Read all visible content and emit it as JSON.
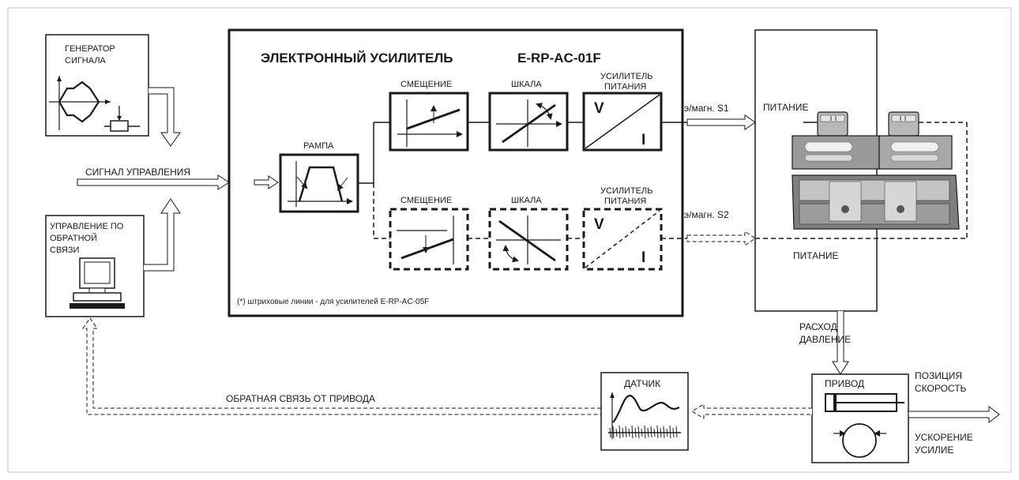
{
  "amplifier": {
    "title": "ЭЛЕКТРОННЫЙ УСИЛИТЕЛЬ",
    "model": "E-RP-AC-01F",
    "footnote": "(*) штриховые линии - для усилителей E-RP-AC-05F"
  },
  "ramp": {
    "label": "РАМПА"
  },
  "channel1": {
    "offset_label": "СМЕЩЕНИЕ",
    "scale_label": "ШКАЛА",
    "power_amp_label": [
      "УСИЛИТЕЛЬ",
      "ПИТАНИЯ"
    ],
    "v_label": "V",
    "i_label": "I",
    "output_label": "э/магн. S1"
  },
  "channel2": {
    "offset_label": "СМЕЩЕНИЕ",
    "scale_label": "ШКАЛА",
    "power_amp_label": [
      "УСИЛИТЕЛЬ",
      "ПИТАНИЯ"
    ],
    "v_label": "V",
    "i_label": "I",
    "output_label": "э/магн. S2"
  },
  "signal_generator": {
    "label": [
      "ГЕНЕРАТОР",
      "СИГНАЛА"
    ]
  },
  "control_signal": {
    "label": "СИГНАЛ  УПРАВЛЕНИЯ"
  },
  "feedback_control": {
    "label": [
      "УПРАВЛЕНИЕ ПО",
      "ОБРАТНОЙ",
      "СВЯЗИ"
    ]
  },
  "valve": {
    "power_top": "ПИТАНИЕ",
    "power_bottom": "ПИТАНИЕ"
  },
  "flow_pressure": [
    "РАСХОД",
    "ДАВЛЕНИЕ"
  ],
  "actuator": {
    "label": "ПРИВОД"
  },
  "outputs": {
    "top": [
      "ПОЗИЦИЯ",
      "СКОРОСТЬ"
    ],
    "bottom": [
      "УСКОРЕНИЕ",
      "УСИЛИЕ"
    ]
  },
  "sensor": {
    "label": "ДАТЧИК"
  },
  "feedback_line": {
    "label": "ОБРАТНАЯ СВЯЗЬ ОТ ПРИВОДА"
  }
}
